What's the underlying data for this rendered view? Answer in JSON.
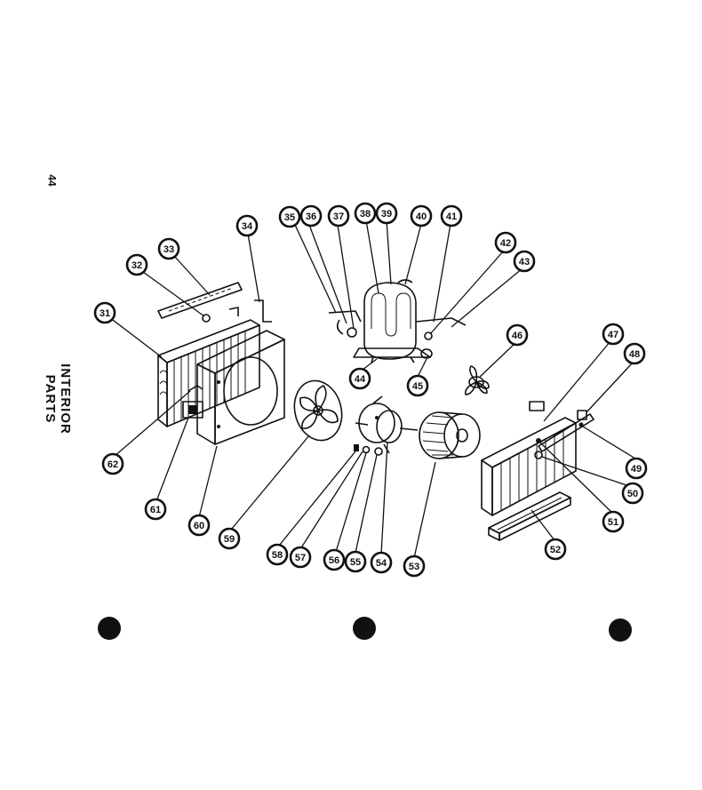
{
  "page": {
    "page_number": "44",
    "section_title": "INTERIOR PARTS"
  },
  "callouts": [
    "31",
    "32",
    "33",
    "34",
    "35",
    "36",
    "37",
    "38",
    "39",
    "40",
    "41",
    "42",
    "43",
    "44",
    "45",
    "46",
    "47",
    "48",
    "49",
    "50",
    "51",
    "52",
    "53",
    "54",
    "55",
    "56",
    "57",
    "58",
    "59",
    "60",
    "61",
    "62"
  ]
}
